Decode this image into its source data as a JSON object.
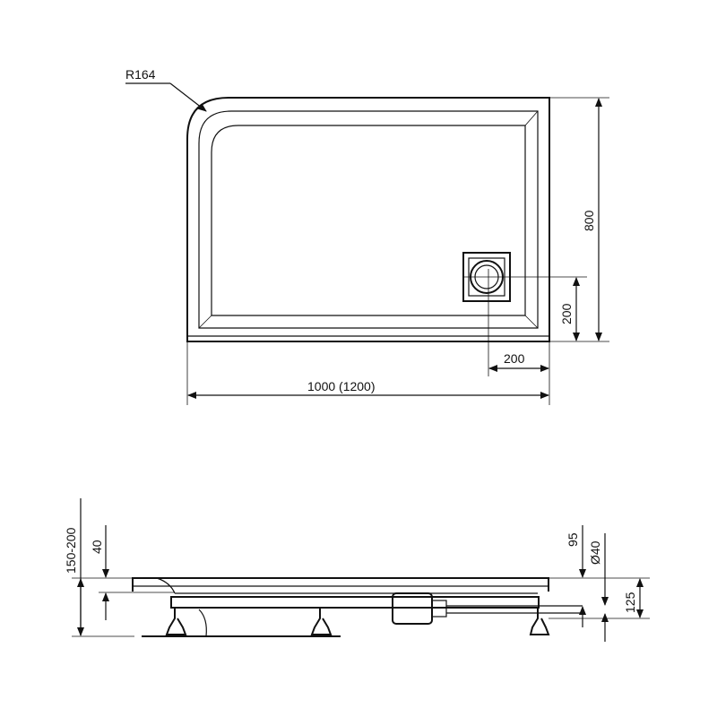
{
  "top_view": {
    "radius_label": "R164",
    "height_label": "800",
    "drain_y_label": "200",
    "drain_x_label": "200",
    "width_label": "1000 (1200)"
  },
  "side_view": {
    "total_height_label": "150-200",
    "tray_height_label": "40",
    "drain_height_label": "95",
    "drain_diameter_label": "Ø40",
    "frame_height_label": "125"
  },
  "colors": {
    "line": "#111111",
    "background": "#ffffff"
  }
}
